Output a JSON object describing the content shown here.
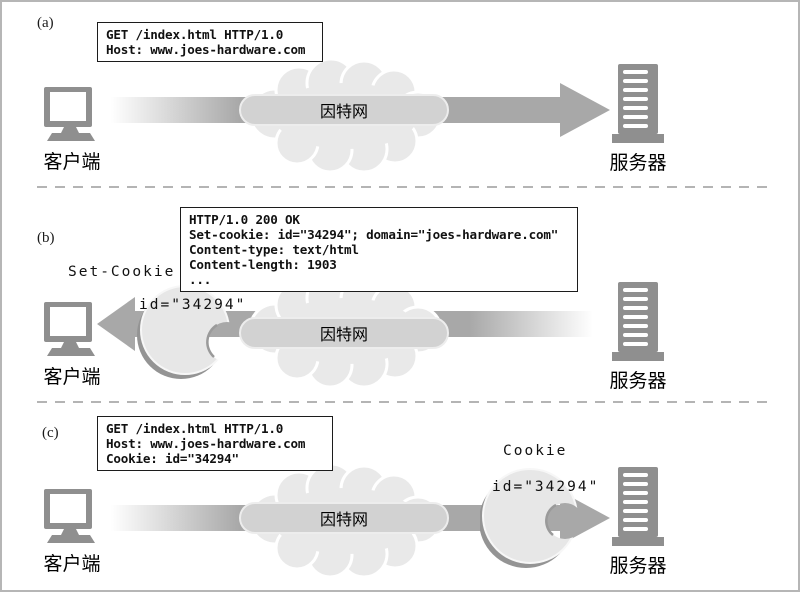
{
  "figure": {
    "title_semantic": "cookie-exchange-diagram",
    "panels": [
      {
        "id": "a",
        "label": "(a)",
        "message_lines": [
          "GET /index.html HTTP/1.0",
          "Host: www.joes-hardware.com"
        ],
        "client_label": "客户端",
        "server_label": "服务器",
        "cloud_label": "因特网",
        "arrow_direction": "right"
      },
      {
        "id": "b",
        "label": "(b)",
        "message_lines": [
          "HTTP/1.0 200 OK",
          "Set-cookie: id=\"34294\"; domain=\"joes-hardware.com\"",
          "Content-type: text/html",
          "Content-length: 1903",
          "..."
        ],
        "annotation_label": "Set-Cookie",
        "cookie_id_text": "id=\"34294\"",
        "client_label": "客户端",
        "server_label": "服务器",
        "cloud_label": "因特网",
        "arrow_direction": "left"
      },
      {
        "id": "c",
        "label": "(c)",
        "message_lines": [
          "GET /index.html HTTP/1.0",
          "Host: www.joes-hardware.com",
          "Cookie: id=\"34294\""
        ],
        "annotation_label": "Cookie",
        "cookie_id_text": "id=\"34294\"",
        "client_label": "客户端",
        "server_label": "服务器",
        "cloud_label": "因特网",
        "arrow_direction": "right"
      }
    ],
    "colors": {
      "arrow": "#a8a8a8",
      "cloud_fill": "#e9e9e9",
      "band_fill": "#d2d2d2",
      "device_gray": "#8f8f8f",
      "cookie_fill": "#e7e7e7",
      "cookie_shadow": "#949494",
      "box_border": "#1c1c1c",
      "separator": "#b4b4b4"
    }
  }
}
